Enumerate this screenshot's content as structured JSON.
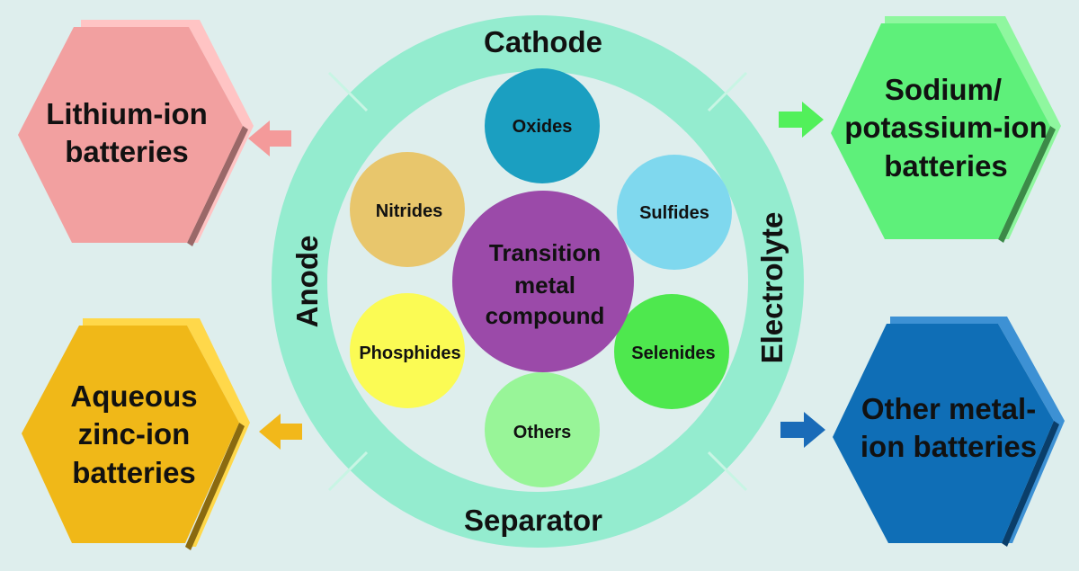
{
  "ring": {
    "color": "#94eccf",
    "divider_color": "#c8f5e4",
    "labels": {
      "top": "Cathode",
      "bottom": "Separator",
      "left": "Anode",
      "right": "Electrolyte"
    }
  },
  "center": {
    "lines": [
      "Transition",
      "metal",
      "compound"
    ],
    "color": "#9b4aa9"
  },
  "satellites": [
    {
      "key": "oxides",
      "label": "Oxides",
      "color": "#1b9fc1"
    },
    {
      "key": "sulfides",
      "label": "Sulfides",
      "color": "#7fd8ee"
    },
    {
      "key": "selenides",
      "label": "Selenides",
      "color": "#4ee84e"
    },
    {
      "key": "others",
      "label": "Others",
      "color": "#98f598"
    },
    {
      "key": "phosphides",
      "label": "Phosphides",
      "color": "#fbfb54"
    },
    {
      "key": "nitrides",
      "label": "Nitrides",
      "color": "#e8c66c"
    }
  ],
  "batteries": [
    {
      "key": "lithium",
      "lines": [
        "Lithium-ion",
        "batteries"
      ],
      "color": "#f2a0a0",
      "side": "#ffc4c4",
      "arrow_color": "#f49a9a",
      "arrow_dir": "left"
    },
    {
      "key": "sodium",
      "lines": [
        "Sodium/",
        "potassium-ion",
        "batteries"
      ],
      "color": "#5ef07a",
      "side": "#8ff79f",
      "arrow_color": "#52f05a",
      "arrow_dir": "right"
    },
    {
      "key": "zinc",
      "lines": [
        "Aqueous",
        "zinc-ion",
        "batteries"
      ],
      "color": "#f0b818",
      "side": "#ffd84a",
      "arrow_color": "#f2b81a",
      "arrow_dir": "left"
    },
    {
      "key": "other",
      "lines": [
        "Other metal-",
        "ion batteries"
      ],
      "color": "#0f6eb6",
      "side": "#3d91d4",
      "arrow_color": "#1a6bb8",
      "arrow_dir": "right"
    }
  ]
}
